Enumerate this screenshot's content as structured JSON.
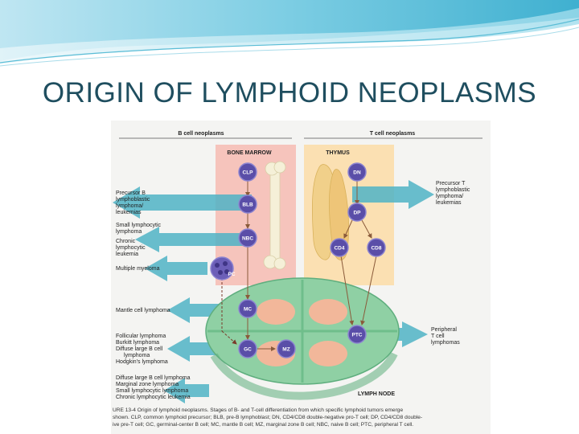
{
  "slide": {
    "title": "ORIGIN OF LYMPHOID NEOPLASMS"
  },
  "figure": {
    "headers": {
      "b_cell": "B cell neoplasms",
      "t_cell": "T cell neoplasms",
      "bone_marrow": "BONE MARROW",
      "thymus": "THYMUS",
      "lymph_node": "LYMPH NODE"
    },
    "cells": {
      "clp": "CLP",
      "blb": "BLB",
      "nbc": "NBC",
      "pc": "PC",
      "mc": "MC",
      "gc": "GC",
      "mz": "MZ",
      "dn": "DN",
      "dp": "DP",
      "cd4": "CD4",
      "cd8": "CD8",
      "ptc": "PTC"
    },
    "left_labels": {
      "precursor_b": [
        "Precursor B",
        "lymphoblastic",
        "lymphoma/",
        "leukemias"
      ],
      "small_lymphocytic": [
        "Small lymphocytic",
        "lymphoma"
      ],
      "chronic": [
        "Chronic",
        "lymphocytic",
        "leukemia"
      ],
      "myeloma": [
        "Multiple myeloma"
      ],
      "mantle": [
        "Mantle cell lymphoma"
      ],
      "gc_group": [
        "Follicular lymphoma",
        "Burkitt lymphoma",
        "Diffuse large B cell",
        "lymphoma",
        "Hodgkin's lymphoma"
      ],
      "mz_group": [
        "Diffuse large B cell lymphoma",
        "Marginal zone lymphoma",
        "Small lymphocytic lymphoma",
        "Chronic lymphocytic leukemia"
      ]
    },
    "right_labels": {
      "precursor_t": [
        "Precursor T",
        "lymphoblastic",
        "lymphoma/",
        "leukemias"
      ],
      "peripheral_t": [
        "Peripheral",
        "T cell",
        "lymphomas"
      ]
    },
    "caption": [
      "URE 13-4  Origin of lymphoid neoplasms. Stages of B- and T-cell differentiation from which specific lymphoid tumors emerge",
      "shown. CLP, common lymphoid precursor; BLB, pre-B lymphoblast; DN, CD4/CD8 double-negative pro-T cell; DP, CD4/CD8 double-",
      "ive pre-T cell; GC, germinal-center B cell; MC, mantle B cell; MZ, marginal zone B cell; NBC, naive B cell; PTC, peripheral T cell."
    ],
    "colors": {
      "cell_fill": "#5a4ea8",
      "arrow_teal": "#4fb3c6",
      "bone_marrow_bg": "#f6c4bc",
      "thymus_bg": "#fbe0b2",
      "lymph_node_green": "#8fd0a4",
      "follicle_pink": "#f2b79a",
      "thymus_lobe": "#f1d08a",
      "bone": "#f5f0d8",
      "title_color": "#1f4e5f"
    }
  }
}
